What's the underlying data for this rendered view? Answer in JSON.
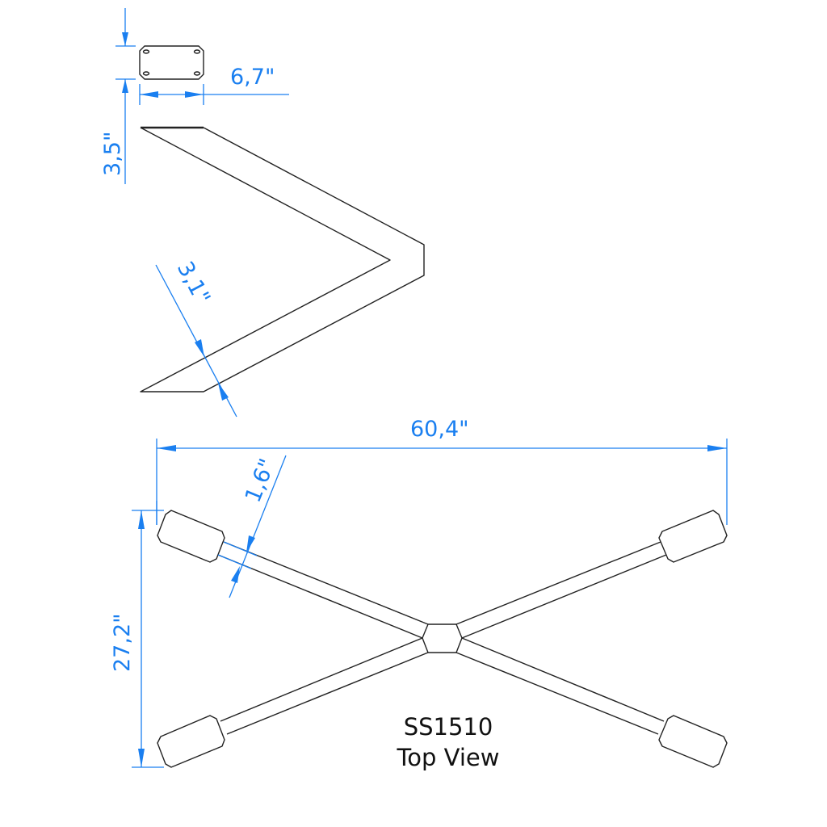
{
  "drawing": {
    "model": "SS1510",
    "view_label": "Top View",
    "accent_color": "#1a7ff0",
    "line_color": "#222222"
  },
  "dimensions": {
    "plate_height": "3,5\"",
    "plate_width": "6,7\"",
    "leg_width": "3,1\"",
    "overall_width": "60,4\"",
    "arm_width": "1,6\"",
    "overall_depth": "27,2\""
  },
  "views": [
    {
      "name": "mounting-plate",
      "description": "Rectangular plate with chamfered corners and 4 slotted holes"
    },
    {
      "name": "side-profile-v-leg",
      "description": "V-shaped leg profile"
    },
    {
      "name": "top-view-x-base",
      "description": "X-shaped base with central hub and four feet"
    }
  ]
}
